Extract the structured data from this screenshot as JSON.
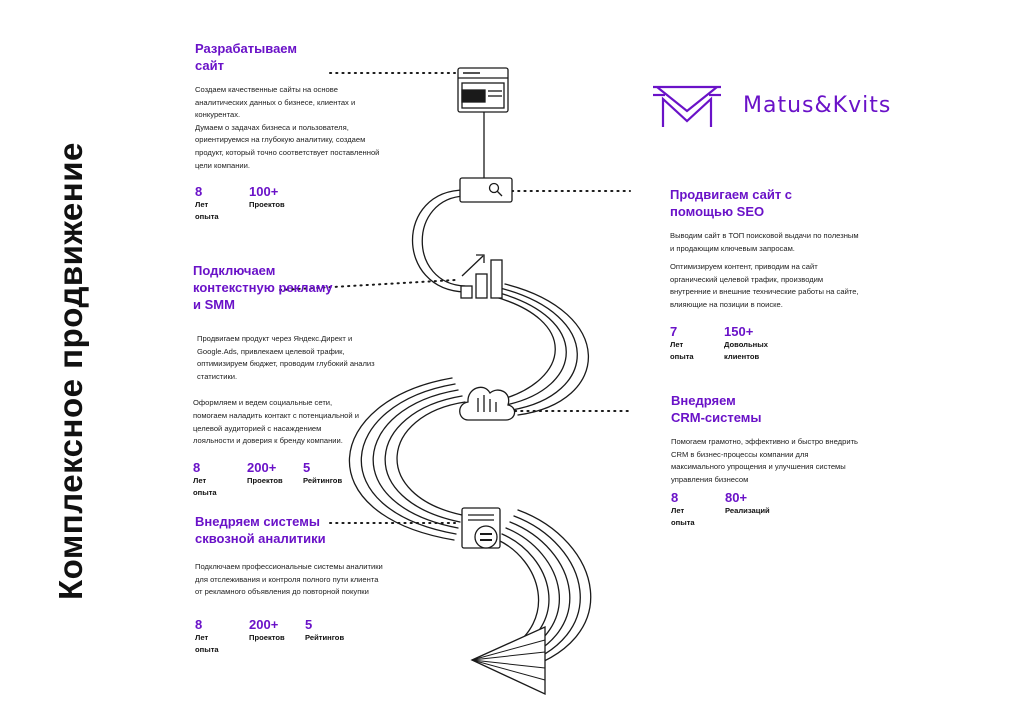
{
  "title": "Комплексное продвижение",
  "brand": {
    "name": "Matus&Kvits",
    "color": "#6a12c8"
  },
  "accent_color": "#6a12c8",
  "steps": [
    {
      "heading": "Разрабатываем\nсайт",
      "paragraphs": [
        "Создаем качественные сайты на основе\nаналитических данных о бизнесе, клиентах и\nконкурентах.",
        "Думаем о задачах бизнеса и пользователя,\nориентируемся на глубокую аналитику, создаем\nпродукт, который точно соответствует поставленной\nцели компании."
      ],
      "stats": [
        {
          "value": "8",
          "label": "Лет\nопыта"
        },
        {
          "value": "100+",
          "label": "Проектов"
        }
      ],
      "icon": "browser-window-icon"
    },
    {
      "heading": "Продвигаем сайт с\nпомощью SEO",
      "paragraphs": [
        "Выводим сайт в ТОП поисковой выдачи по  полезным\nи продающим ключевым запросам.",
        "Оптимизируем контент, приводим на сайт\nорганический целевой трафик, производим\nвнутренние и внешние технические работы на сайте,\nвлияющие на позиции в поиске."
      ],
      "stats": [
        {
          "value": "7",
          "label": "Лет\nопыта"
        },
        {
          "value": "150+",
          "label": "Довольных\nклиентов"
        }
      ],
      "icon": "search-bar-icon"
    },
    {
      "heading": "Подключаем\nконтекстную рекламу\nи SMM",
      "paragraphs": [
        "Продвигаем продукт через Яндекс.Директ и\nGoogle.Ads, привлекаем целевой трафик,\nоптимизируем бюджет, проводим глубокий анализ\nстатистики.",
        "Оформляем и ведем социальные сети,\nпомогаем наладить контакт с потенциальной и\nцелевой аудиторией с насаждением\nлояльности и доверия к бренду компании."
      ],
      "stats": [
        {
          "value": "8",
          "label": "Лет\nопыта"
        },
        {
          "value": "200+",
          "label": "Проектов"
        },
        {
          "value": "5",
          "label": "Рейтингов"
        }
      ],
      "icon": "growth-chart-icon"
    },
    {
      "heading": "Внедряем\nCRM-системы",
      "paragraphs": [
        "Помогаем грамотно, эффективно и быстро внедрить\nCRM в бизнес-процессы компании для\nмаксимального упрощения и улучшения системы\nуправления бизнесом"
      ],
      "stats": [
        {
          "value": "8",
          "label": "Лет\nопыта"
        },
        {
          "value": "80+",
          "label": "Реализаций"
        }
      ],
      "icon": "cloud-icon"
    },
    {
      "heading": "Внедряем системы\nсквозной аналитики",
      "paragraphs": [
        "Подключаем профессиональные системы аналитики\nдля отслеживания и контроля полного пути клиента\nот рекламного объявления до повторной покупки"
      ],
      "stats": [
        {
          "value": "8",
          "label": "Лет\nопыта"
        },
        {
          "value": "200+",
          "label": "Проектов"
        },
        {
          "value": "5",
          "label": "Рейтингов"
        }
      ],
      "icon": "document-icon"
    }
  ]
}
